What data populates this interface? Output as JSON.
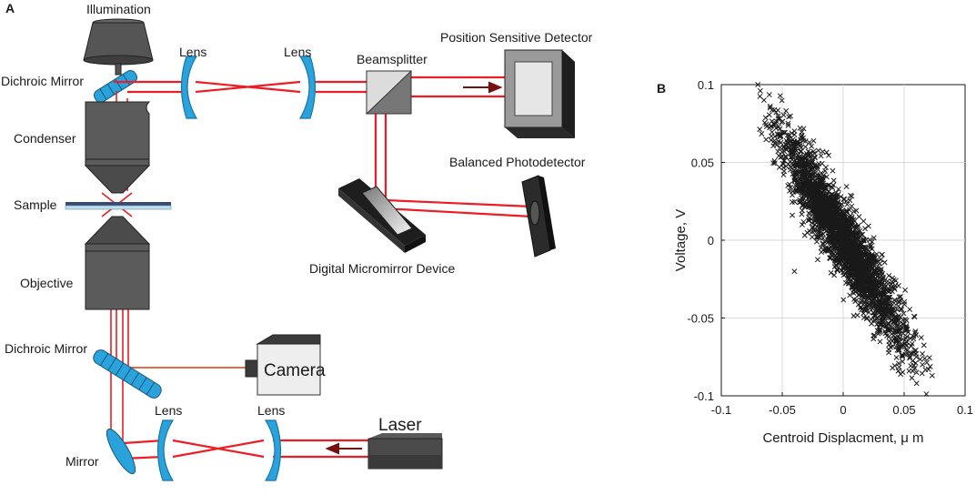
{
  "diagram": {
    "panel_label": "A",
    "illumination": "Illumination",
    "dichroic_mirror_top": "Dichroic Mirror",
    "lens_1": "Lens",
    "lens_2": "Lens",
    "beamsplitter": "Beamsplitter",
    "psd": "Position Sensitive Detector",
    "balanced_photodetector": "Balanced Photodetector",
    "dmd": "Digital Micromirror Device",
    "condenser": "Condenser",
    "sample": "Sample",
    "objective": "Objective",
    "dichroic_mirror_bottom": "Dichroic Mirror",
    "camera": "Camera",
    "lens_3": "Lens",
    "lens_4": "Lens",
    "laser": "Laser",
    "mirror": "Mirror"
  },
  "chart_data": {
    "panel_label": "B",
    "type": "scatter",
    "xlabel": "Centroid Displacment, μ m",
    "ylabel": "Voltage, V",
    "xlim": [
      -0.1,
      0.1
    ],
    "ylim": [
      -0.1,
      0.1
    ],
    "x_ticks": [
      "-0.1",
      "-0.05",
      "0",
      "0.05",
      "0.1"
    ],
    "y_ticks": [
      "-0.1",
      "-0.05",
      "0",
      "0.05",
      "0.1"
    ],
    "grid": true,
    "marker": "x",
    "marker_color": "#1a1a1a",
    "cloud": {
      "center": [
        0.0,
        0.0
      ],
      "slope": -1.23,
      "x_range": [
        -0.07,
        0.075
      ],
      "perpendicular_spread_v": 0.012
    },
    "sample_points": [
      {
        "x": -0.07,
        "y": 0.1
      },
      {
        "x": -0.068,
        "y": 0.096
      },
      {
        "x": -0.065,
        "y": 0.09
      },
      {
        "x": -0.06,
        "y": 0.085
      },
      {
        "x": -0.055,
        "y": 0.072
      },
      {
        "x": -0.045,
        "y": 0.06
      },
      {
        "x": -0.04,
        "y": -0.02
      },
      {
        "x": 0.06,
        "y": -0.075
      },
      {
        "x": 0.065,
        "y": -0.08
      },
      {
        "x": 0.07,
        "y": -0.083
      },
      {
        "x": 0.073,
        "y": -0.087
      }
    ]
  }
}
